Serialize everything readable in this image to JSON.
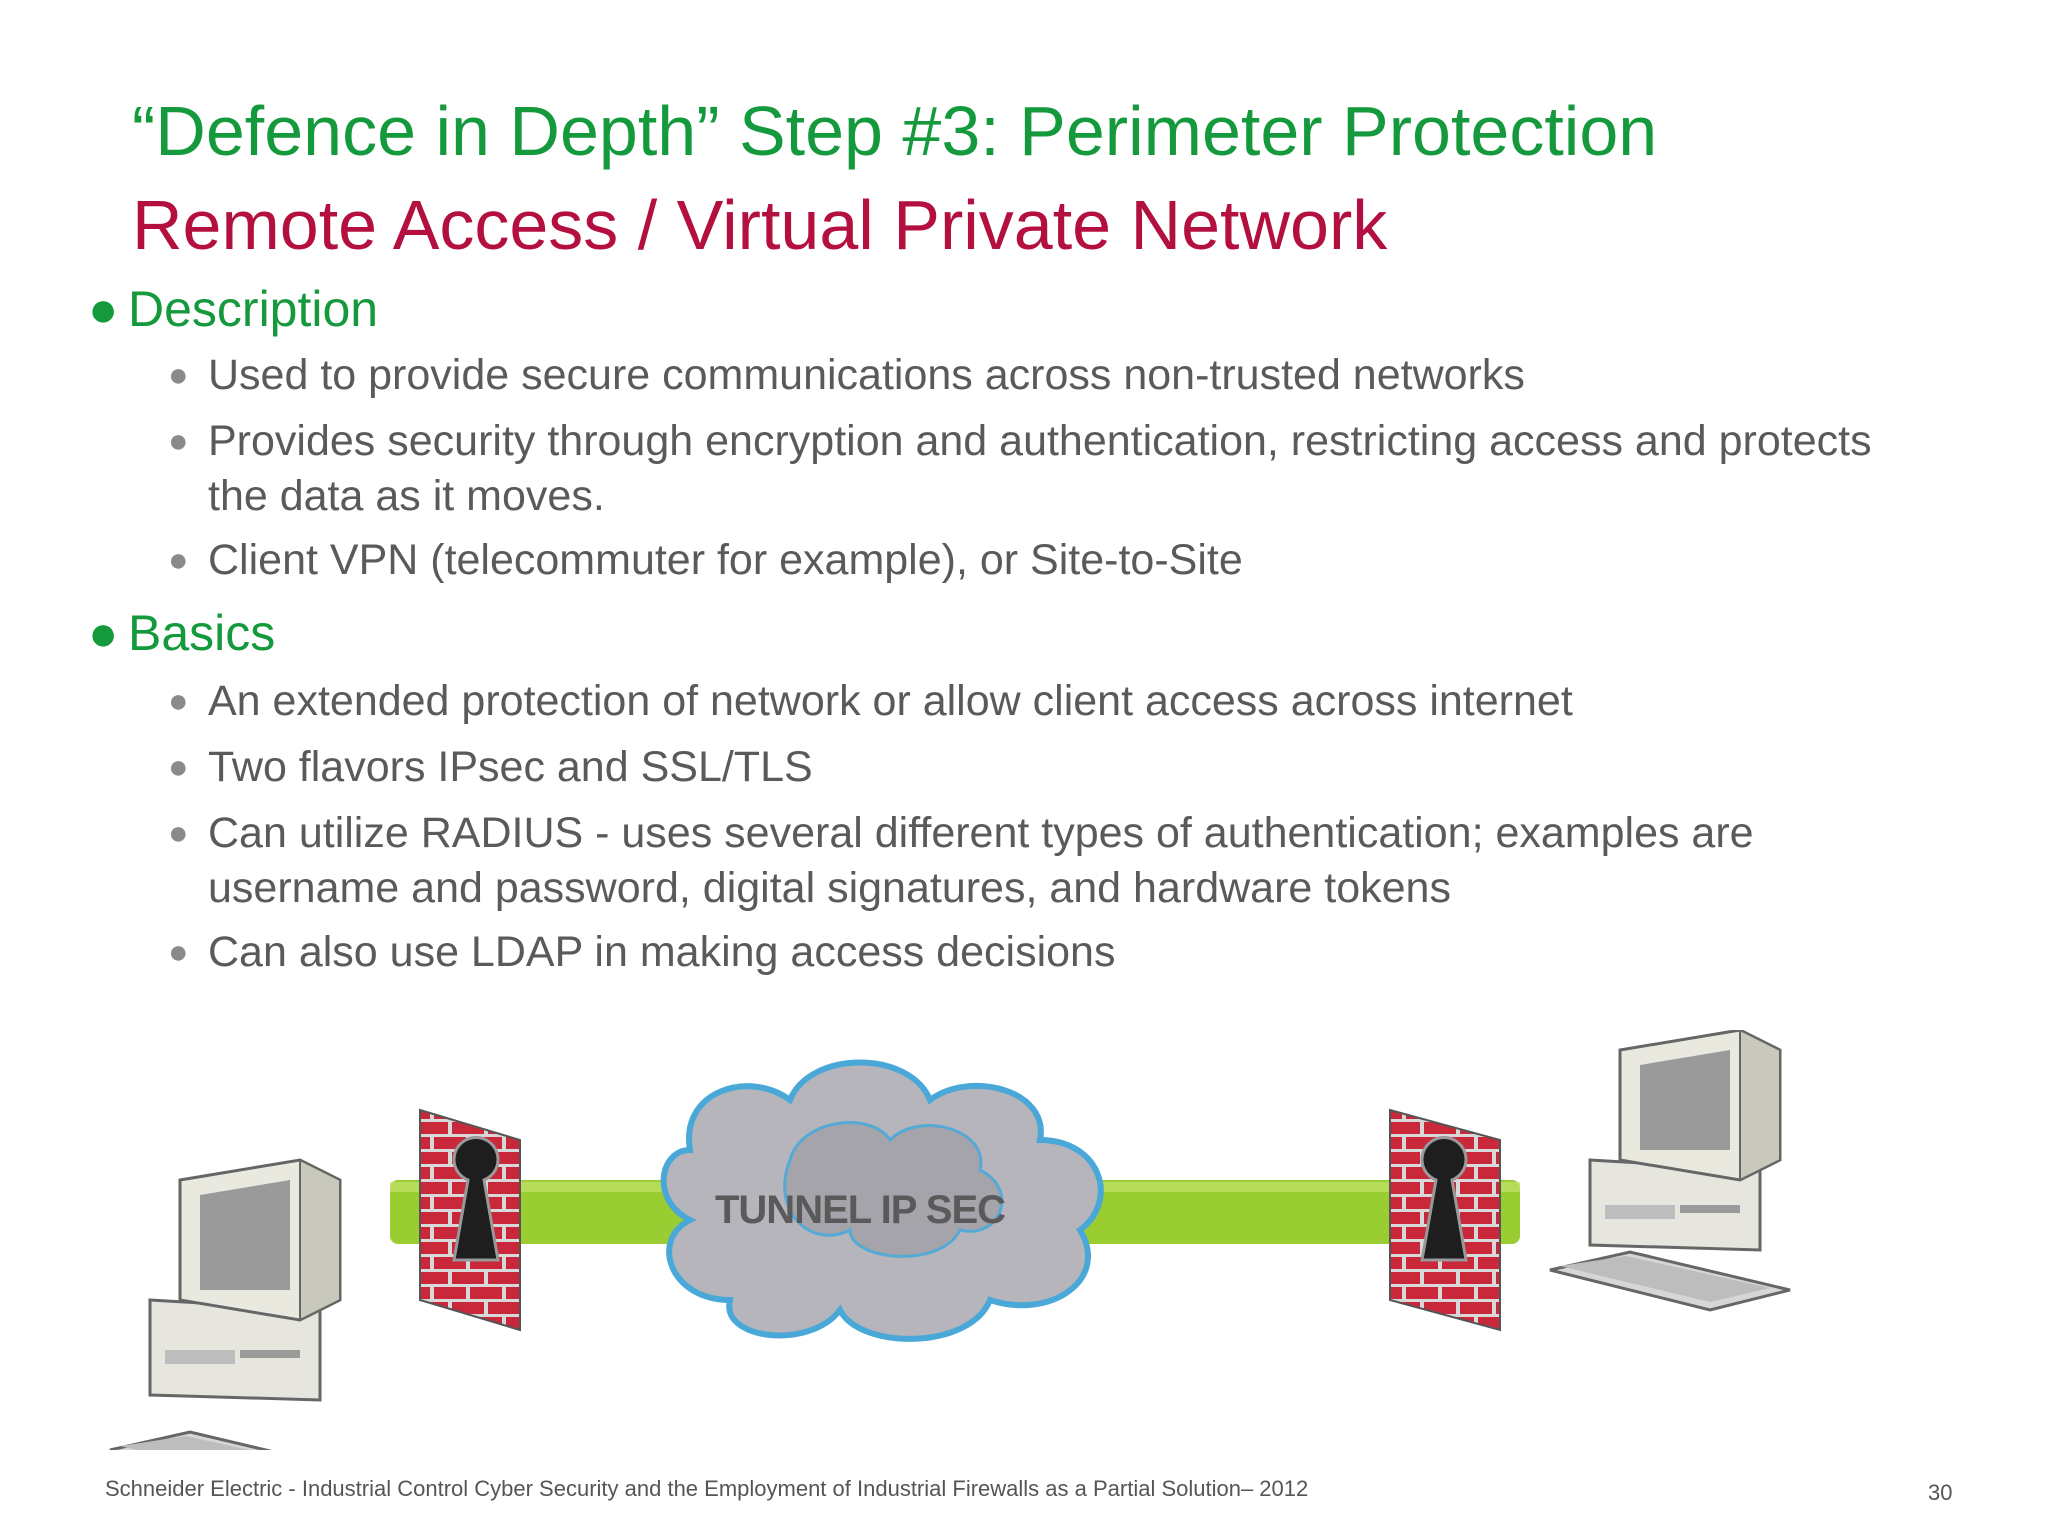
{
  "slide": {
    "title_line1": "“Defence in Depth” Step #3: Perimeter Protection",
    "title_line2": "Remote Access / Virtual Private Network",
    "sections": [
      {
        "heading": "Description",
        "bullets": [
          "Used to provide secure communications across non-trusted networks",
          "Provides security through encryption and authentication, restricting access and protects the data as it moves.",
          "Client VPN (telecommuter for example), or Site-to-Site"
        ]
      },
      {
        "heading": "Basics",
        "bullets": [
          "An extended protection of network or allow client access across internet",
          "Two flavors IPsec and SSL/TLS",
          "Can utilize RADIUS - uses several different types of authentication; examples are username and password, digital signatures, and hardware tokens",
          "Can also use LDAP in making access decisions"
        ]
      }
    ],
    "diagram": {
      "cloud_label": "TUNNEL IP SEC",
      "colors": {
        "tunnel": "#9acd32",
        "brick": "#c8283a",
        "cloud": "#b5b5bb",
        "cloud_edge": "#4aa8d8"
      }
    },
    "footer": "Schneider Electric - Industrial Control Cyber Security and the Employment of Industrial Firewalls as a Partial Solution– 2012",
    "page_number": "30",
    "colors": {
      "title_green": "#149a3c",
      "title_red": "#b3103f",
      "body_gray": "#5a5a5a"
    }
  }
}
